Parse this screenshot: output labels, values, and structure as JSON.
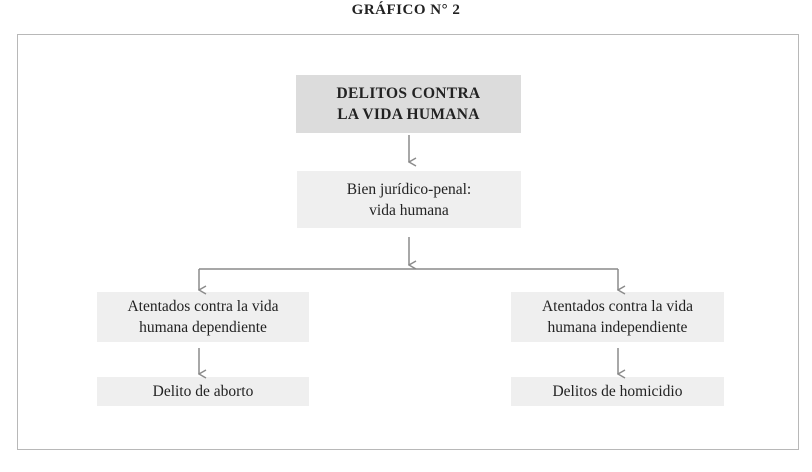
{
  "caption": "GRÁFICO N° 2",
  "nodes": {
    "root": {
      "line1": "DELITOS CONTRA",
      "line2": "LA VIDA HUMANA"
    },
    "legal_good": {
      "line1": "Bien jurídico-penal:",
      "line2": "vida humana"
    },
    "dependent": {
      "line1": "Atentados contra la vida",
      "line2": "humana dependiente"
    },
    "independent": {
      "line1": "Atentados contra la vida",
      "line2": "humana independiente"
    },
    "abortion": {
      "text": "Delito de aborto"
    },
    "homicide": {
      "text": "Delitos de homicidio"
    }
  },
  "colors": {
    "header_box": "#dcdcdc",
    "box": "#efefef",
    "connector": "#8a8a8a",
    "frame": "#b8b8b8"
  }
}
